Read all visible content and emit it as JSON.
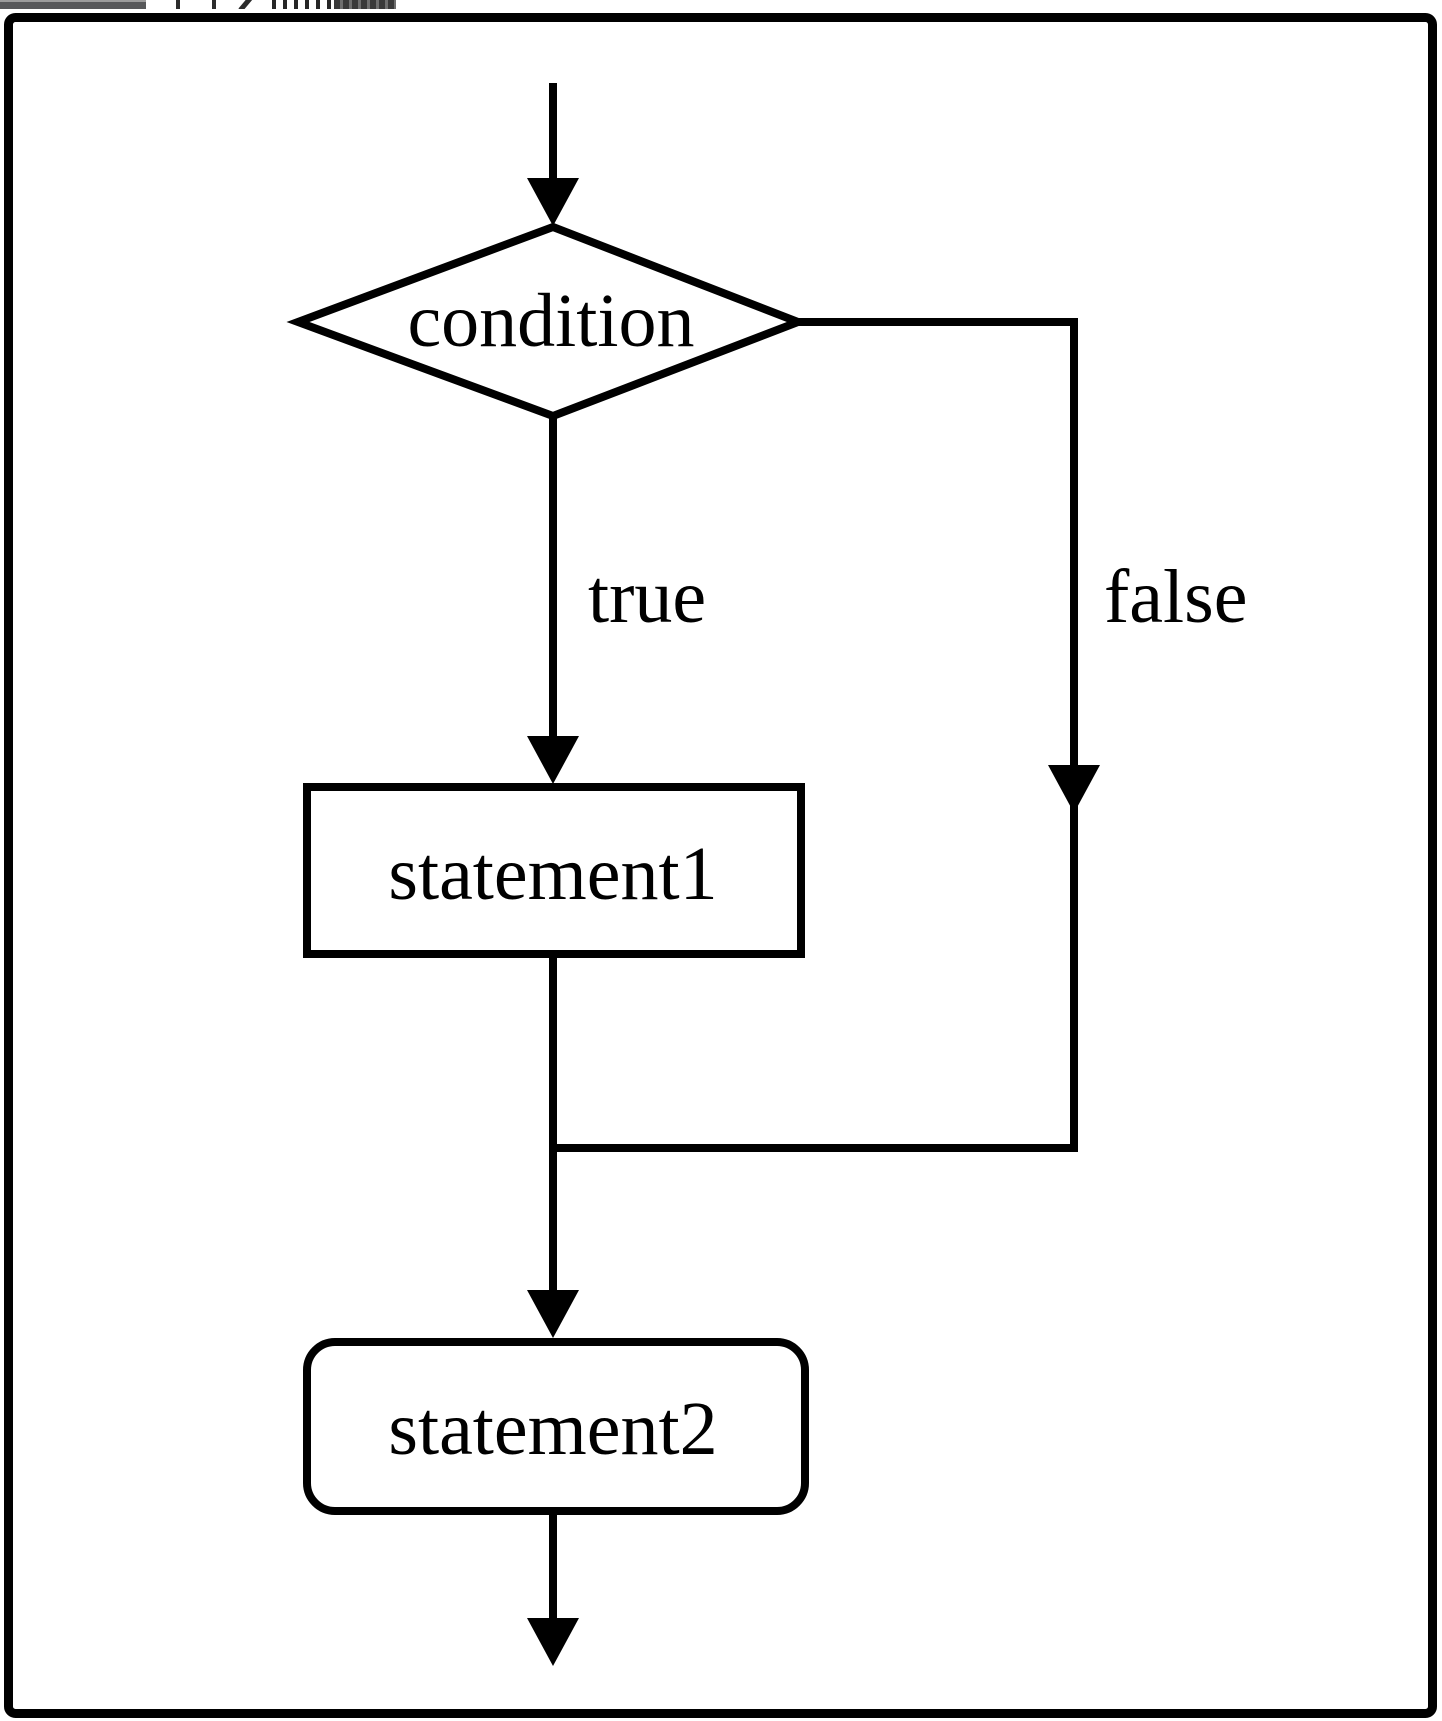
{
  "toolbar_remnant": {
    "description_icons": [
      "panel-fragment",
      "printer-icon",
      "pencil-icon",
      "text-buttons-fragment",
      "highlighted-button-fragment"
    ]
  },
  "flowchart": {
    "colors": {
      "stroke": "#000000",
      "background": "#ffffff"
    },
    "nodes": {
      "condition": {
        "type": "decision",
        "label": "condition"
      },
      "statement1": {
        "type": "process",
        "label": "statement1"
      },
      "statement2": {
        "type": "process-rounded",
        "label": "statement2"
      }
    },
    "edge_labels": {
      "true_branch": "true",
      "false_branch": "false"
    },
    "edges": [
      {
        "from": "entry",
        "to": "condition",
        "label": ""
      },
      {
        "from": "condition",
        "to": "statement1",
        "label": "true"
      },
      {
        "from": "condition",
        "to": "merge",
        "label": "false"
      },
      {
        "from": "statement1",
        "to": "merge",
        "label": ""
      },
      {
        "from": "merge",
        "to": "statement2",
        "label": ""
      },
      {
        "from": "statement2",
        "to": "exit",
        "label": ""
      }
    ]
  }
}
